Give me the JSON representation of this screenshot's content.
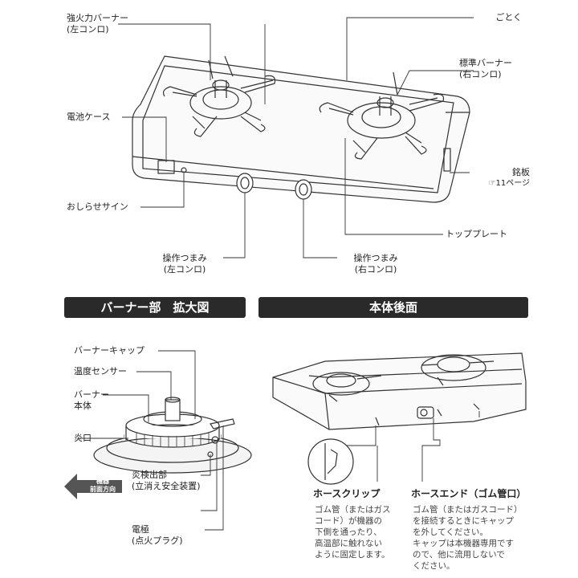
{
  "top": {
    "strong_burner": "強火力バーナー",
    "strong_burner_sub": "(左コンロ)",
    "gotoku": "ごとく",
    "std_burner": "標準バーナー",
    "std_burner_sub": "(右コンロ)",
    "battery_case": "電池ケース",
    "nameplate": "銘板",
    "nameplate_ref": "☞11ページ",
    "notice_sign": "おしらせサイン",
    "top_plate": "トッププレート",
    "knob_left": "操作つまみ",
    "knob_left_sub": "(左コンロ)",
    "knob_right": "操作つまみ",
    "knob_right_sub": "(右コンロ)"
  },
  "sections": {
    "burner_detail": "バーナー部　拡大図",
    "rear": "本体後面"
  },
  "burner": {
    "cap": "バーナーキャップ",
    "temp_sensor": "温度センサー",
    "body_1": "バーナー",
    "body_2": "本体",
    "flame_port": "炎口",
    "flame_detect": "炎検出部",
    "flame_detect_sub": "(立消え安全装置)",
    "electrode": "電極",
    "electrode_sub": "(点火プラグ)",
    "direction_1": "機器",
    "direction_2": "前面方向"
  },
  "rear": {
    "hose_clip": "ホースクリップ",
    "hose_clip_note": [
      "ゴム管（またはガス",
      "コード）が機器の",
      "下側を通ったり、",
      "高温部に触れない",
      "ように固定します。"
    ],
    "hose_end": "ホースエンド（ゴム管口）",
    "hose_end_note": [
      "ゴム管（またはガスコード）",
      "を接続するときにキャップ",
      "を外してください。",
      "キャップは本機器専用です",
      "ので、他に流用しないで",
      "ください。"
    ]
  },
  "colors": {
    "line": "#333333",
    "bar_bg": "#2a2a2a",
    "arrow": "#555555"
  }
}
